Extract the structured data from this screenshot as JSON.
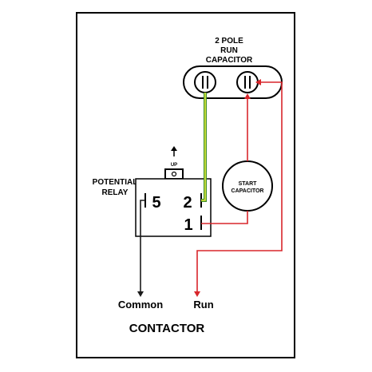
{
  "capacitor_title": {
    "line1": "2 POLE",
    "line2": "RUN",
    "line3": "CAPACITOR"
  },
  "relay": {
    "label_line1": "POTENTIAL",
    "label_line2": "RELAY",
    "up_label": "UP",
    "terminal_5": "5",
    "terminal_2": "2",
    "terminal_1": "1"
  },
  "start_capacitor": {
    "line1": "START",
    "line2": "CAPACITOR"
  },
  "terminals": {
    "common": "Common",
    "run": "Run"
  },
  "footer_label": "CONTACTOR",
  "colors": {
    "wire_black": "#1a1a1a",
    "wire_red": "#d8262b",
    "wire_green": "#3f8f2a",
    "wire_yellow": "#e3ec3e"
  }
}
